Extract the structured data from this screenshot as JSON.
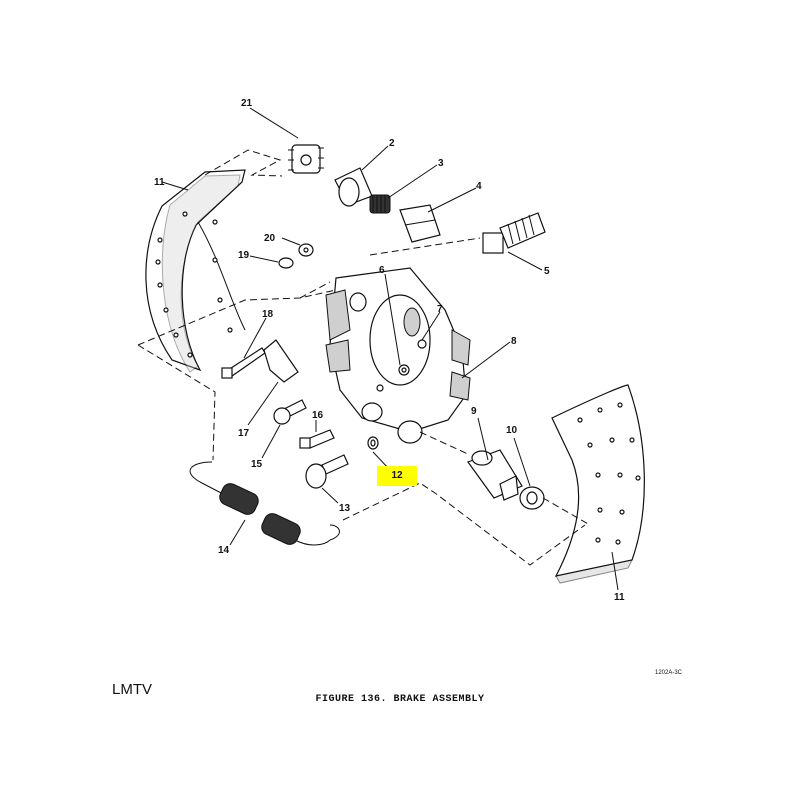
{
  "figure": {
    "model": "LMTV",
    "caption": "FIGURE 136. BRAKE ASSEMBLY",
    "drawing_code": "1202A-3C",
    "highlight_color": "#ffff00",
    "highlighted_item": "12"
  },
  "callouts": [
    "21",
    "2",
    "3",
    "4",
    "5",
    "11",
    "20",
    "19",
    "6",
    "7",
    "8",
    "18",
    "17",
    "16",
    "15",
    "13",
    "14",
    "9",
    "10",
    "11"
  ]
}
